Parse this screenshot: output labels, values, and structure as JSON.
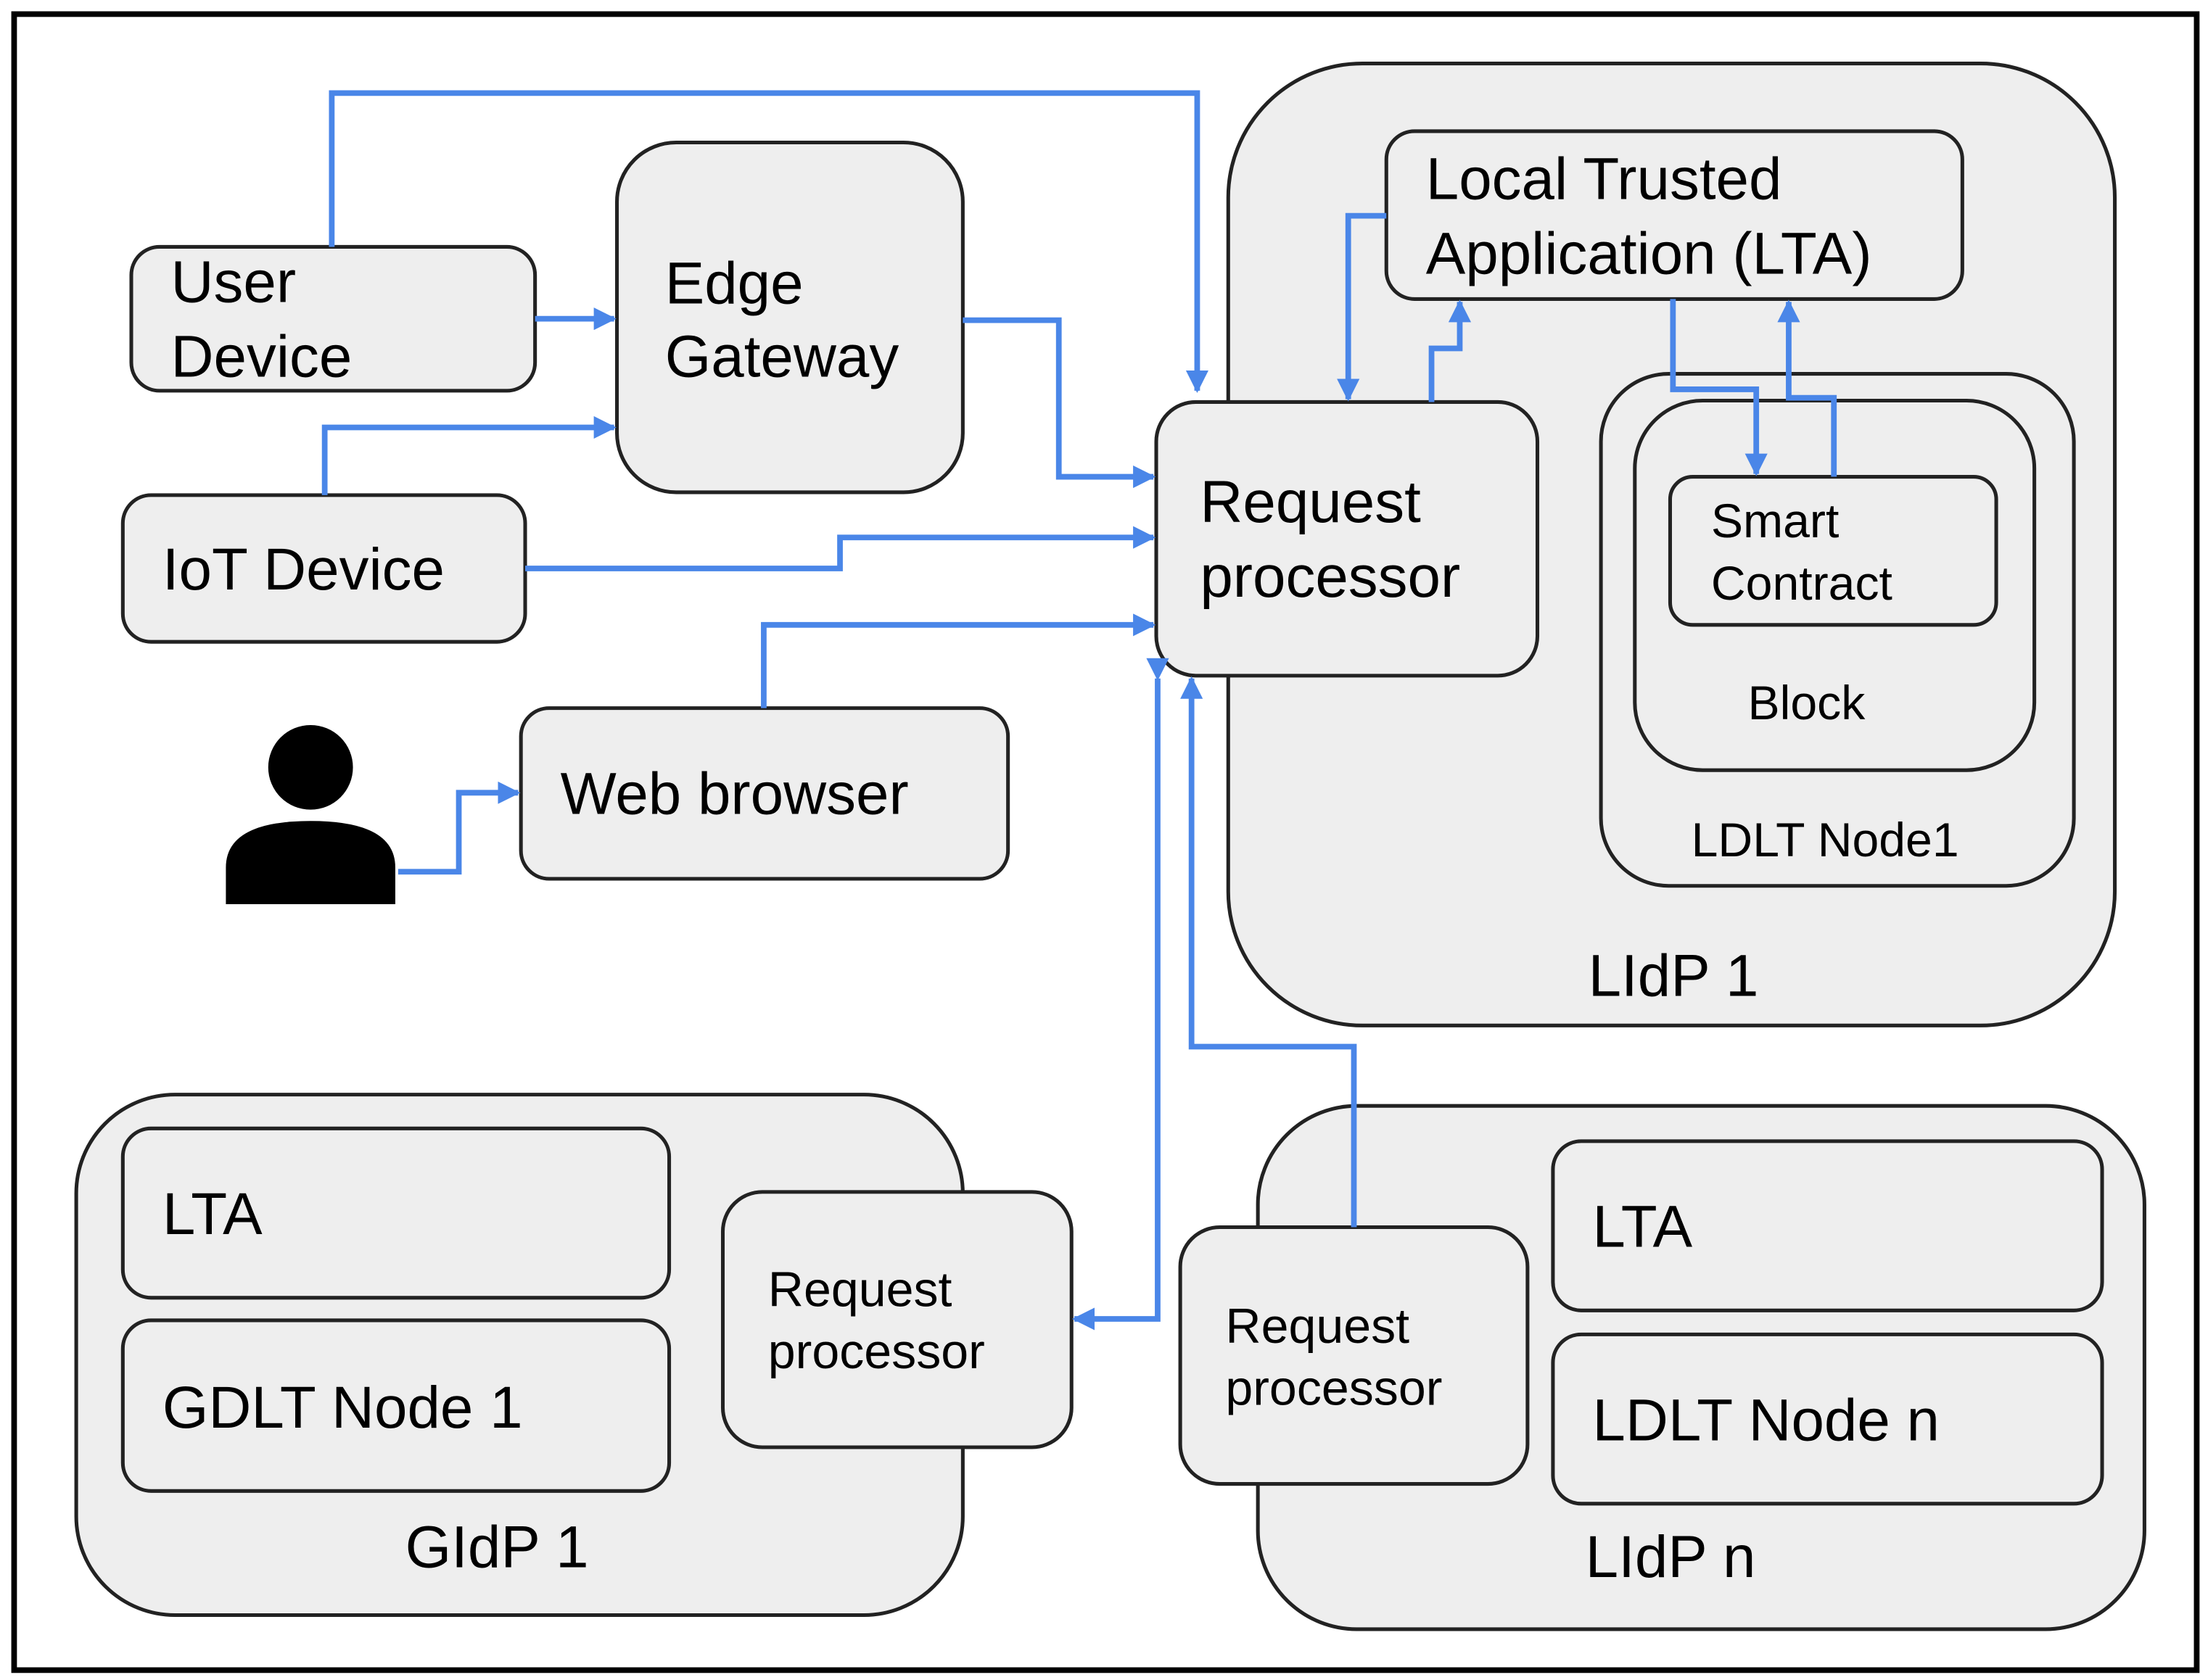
{
  "labels": {
    "user_device_1": "User",
    "user_device_2": "Device",
    "edge_gateway_1": "Edge",
    "edge_gateway_2": "Gateway",
    "iot_device": "IoT Device",
    "web_browser": "Web browser",
    "request_processor_main_1": "Request",
    "request_processor_main_2": "processor",
    "lta_1": "Local Trusted",
    "lta_2": "Application (LTA)",
    "smart_contract_1": "Smart",
    "smart_contract_2": "Contract",
    "block": "Block",
    "ldlt_node1": "LDLT Node1",
    "lidp_1": "LIdP 1",
    "gidp_lta": "LTA",
    "gdlt_node_1": "GDLT Node 1",
    "gidp_request_processor_1": "Request",
    "gidp_request_processor_2": "processor",
    "gidp_1": "GIdP 1",
    "lidpn_request_processor_1": "Request",
    "lidpn_request_processor_2": "processor",
    "lidpn_lta": "LTA",
    "ldlt_node_n": "LDLT Node n",
    "lidp_n": "LIdP n"
  },
  "colors": {
    "connector": "#4a86e8",
    "box_fill": "#eeeeee",
    "box_stroke": "#222222"
  },
  "icons": {
    "user": "person-silhouette-icon"
  }
}
